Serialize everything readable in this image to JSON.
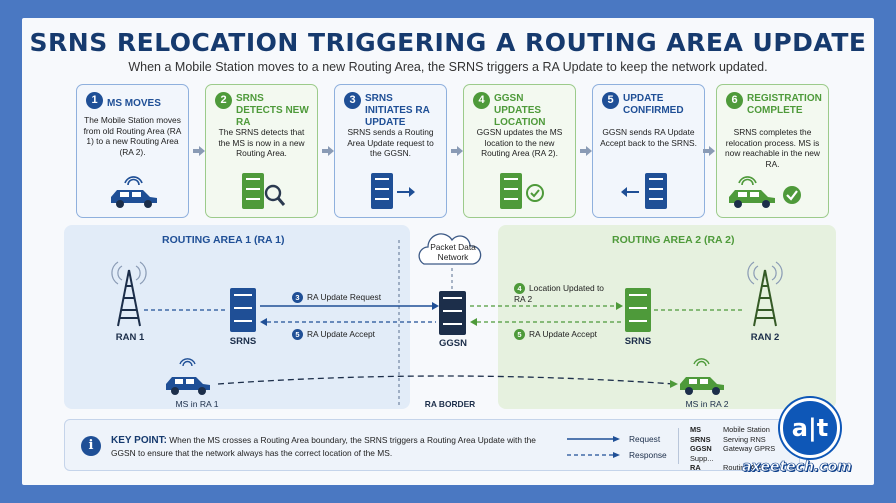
{
  "title": "SRNS RELOCATION TRIGGERING A ROUTING AREA UPDATE",
  "subtitle": "When a Mobile Station moves to a new Routing Area, the SRNS triggers a RA Update to keep the network updated.",
  "steps": [
    {
      "num": "1",
      "title": "MS MOVES",
      "desc": "The Mobile Station moves from old Routing Area (RA 1) to a new Routing Area (RA 2).",
      "theme": "blue",
      "icon": "car-icon"
    },
    {
      "num": "2",
      "title": "SRNS DETECTS NEW RA",
      "desc": "The SRNS detects that the MS is now in a new Routing Area.",
      "theme": "green",
      "icon": "server-search-icon"
    },
    {
      "num": "3",
      "title": "SRNS INITIATES RA UPDATE",
      "desc": "SRNS sends a Routing Area Update request to the GGSN.",
      "theme": "blue",
      "icon": "server-send-icon"
    },
    {
      "num": "4",
      "title": "GGSN UPDATES LOCATION",
      "desc": "GGSN updates the MS location to the new Routing Area (RA 2).",
      "theme": "green",
      "icon": "server-check-icon"
    },
    {
      "num": "5",
      "title": "UPDATE CONFIRMED",
      "desc": "GGSN sends RA Update Accept back to the SRNS.",
      "theme": "blue",
      "icon": "server-receive-icon"
    },
    {
      "num": "6",
      "title": "REGISTRATION COMPLETE",
      "desc": "SRNS completes the relocation process. MS is now reachable in the new RA.",
      "theme": "green",
      "icon": "car-check-icon"
    }
  ],
  "network": {
    "ra1_label": "ROUTING AREA 1 (RA 1)",
    "ra2_label": "ROUTING AREA 2 (RA 2)",
    "cloud_label": "Packet Data Network",
    "ran1": "RAN 1",
    "ran2": "RAN 2",
    "srns1": "SRNS",
    "srns2": "SRNS",
    "ggsn": "GGSN",
    "ms1": "MS in RA 1",
    "ms2": "MS in RA 2",
    "border": "RA BORDER",
    "msg3_num": "3",
    "msg3": "RA Update Request",
    "msg5a_num": "5",
    "msg5a": "RA Update Accept",
    "msg4_num": "4",
    "msg4": "Location Updated to RA 2",
    "msg5b_num": "5",
    "msg5b": "RA Update Accept"
  },
  "keypoint": {
    "label": "KEY POINT:",
    "text": "When the MS crosses a Routing Area boundary, the SRNS triggers a Routing Area Update with the GGSN to ensure that the network always has the correct location of the MS."
  },
  "legend": {
    "request": "Request",
    "response": "Response"
  },
  "abbreviations": [
    {
      "abbr": "MS",
      "full": "Mobile Station"
    },
    {
      "abbr": "SRNS",
      "full": "Serving RNS"
    },
    {
      "abbr": "GGSN",
      "full": "Gateway GPRS Supp..."
    },
    {
      "abbr": "RA",
      "full": "Routing Area"
    }
  ],
  "brand": {
    "logo": "a|t",
    "name": "axeetech.com"
  },
  "colors": {
    "blue": "#1f4f96",
    "green": "#4e9a3a",
    "background": "#4a78c2"
  }
}
